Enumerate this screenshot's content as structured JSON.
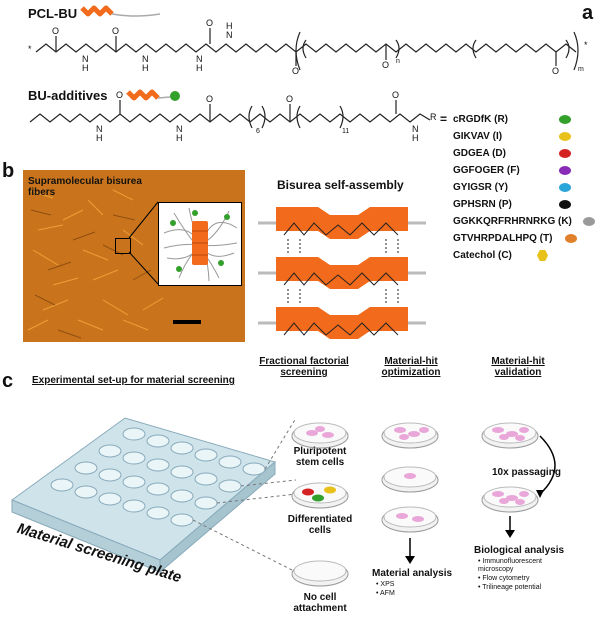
{
  "panels": {
    "a": "a",
    "b": "b",
    "c": "c"
  },
  "panel_a": {
    "pcl_bu_title": "PCL-BU",
    "bu_additives_title": "BU-additives",
    "atoms": {
      "O": "O",
      "N": "N",
      "H": "H",
      "R": "R",
      "star": "*"
    },
    "subscripts": {
      "n": "n",
      "m": "m",
      "six": "6",
      "eleven": "11"
    },
    "equals": "="
  },
  "additives": [
    {
      "label": "cRGDfK (R)",
      "color": "#34a02c"
    },
    {
      "label": "GIKVAV (I)",
      "color": "#e8c21a"
    },
    {
      "label": "GDGEA (D)",
      "color": "#d42222"
    },
    {
      "label": "GGFOGER (F)",
      "color": "#8a2bb8"
    },
    {
      "label": "GYIGSR (Y)",
      "color": "#2aa6d8"
    },
    {
      "label": "GPHSRN (P)",
      "color": "#111111"
    },
    {
      "label": "GGKKQRFRHRNRKG (K)",
      "color": "#9a9a9a"
    },
    {
      "label": "GTVHRPDALHPQ (T)",
      "color": "#e0802a"
    },
    {
      "label": "Catechol (C)",
      "color": "#e8c21a"
    }
  ],
  "panel_b": {
    "image_label": "Supramolecular bisurea fibers",
    "self_assembly_title": "Bisurea self-assembly"
  },
  "panel_c": {
    "experimental_setup": "Experimental set-up for material screening",
    "plate_label": "Material screening plate",
    "fractional": "Fractional factorial screening",
    "hit_optimization": "Material-hit optimization",
    "hit_validation": "Material-hit validation",
    "pluripotent": "Pluripotent stem cells",
    "differentiated": "Differentiated cells",
    "no_attachment": "No cell attachment",
    "material_analysis": "Material analysis",
    "material_items": [
      "XPS",
      "AFM"
    ],
    "passaging": "10x passaging",
    "biological_analysis": "Biological analysis",
    "bio_items": [
      "Immunofluorescent microscopy",
      "Flow cytometry",
      "Trilineage potential"
    ]
  },
  "colors": {
    "accent_orange": "#f26a1b",
    "fiber_bg": "#c9741c",
    "dish_pink": "#e9a6d8"
  }
}
